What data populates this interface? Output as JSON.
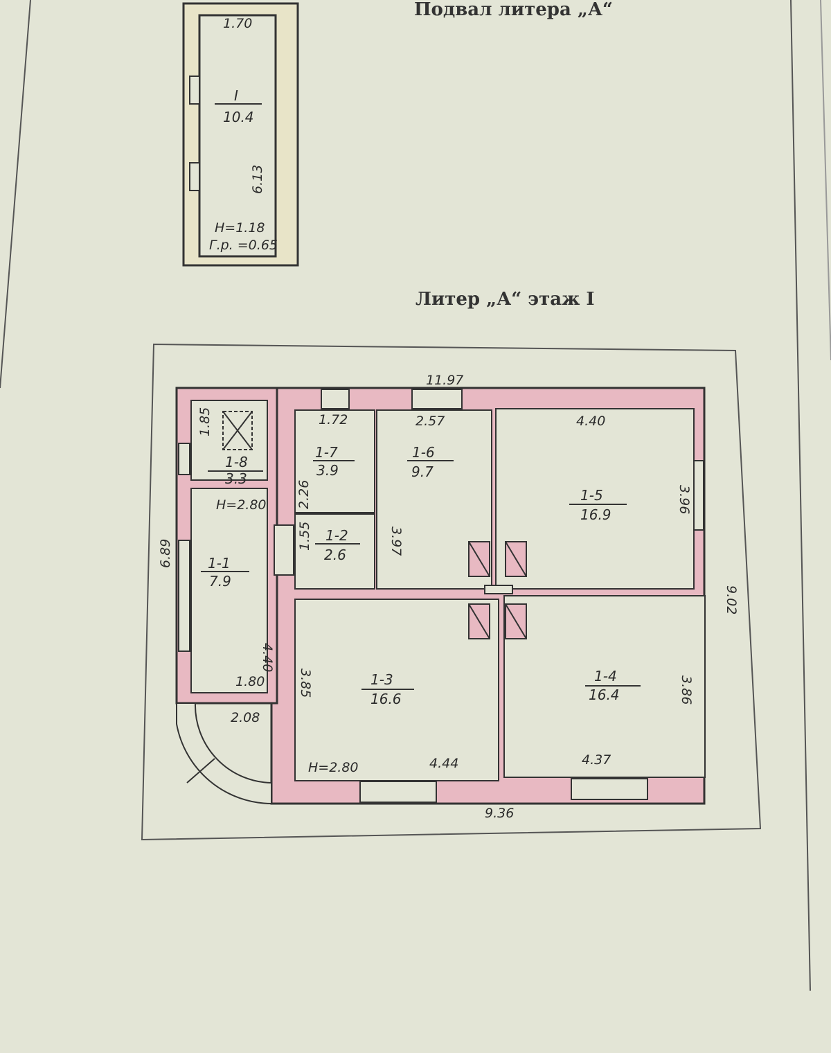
{
  "basement": {
    "title": "Подвал литера „А“",
    "room_number": "I",
    "room_area": "10.4",
    "width": "1.70",
    "length": "6.13",
    "height": "Н=1.18",
    "depth": "Г.р. =0.65"
  },
  "floor": {
    "title": "Литер „А“ этаж I",
    "overall_width_top": "11.97",
    "overall_width_bottom": "9.36",
    "overall_depth_right": "9.02",
    "overall_depth_left": "6.89",
    "height_front": "Н=2.80",
    "height_main": "Н=2.80",
    "rooms": [
      {
        "number": "1-1",
        "area": "7.9"
      },
      {
        "number": "1-2",
        "area": "2.6"
      },
      {
        "number": "1-3",
        "area": "16.6"
      },
      {
        "number": "1-4",
        "area": "16.4"
      },
      {
        "number": "1-5",
        "area": "16.9"
      },
      {
        "number": "1-6",
        "area": "9.7"
      },
      {
        "number": "1-7",
        "area": "3.9"
      },
      {
        "number": "1-8",
        "area": "3.3"
      }
    ],
    "dims": {
      "d185": "1.85",
      "d172": "1.72",
      "d257": "2.57",
      "d440top": "4.40",
      "d226": "2.26",
      "d397": "3.97",
      "d155": "1.55",
      "d396": "3.96",
      "d440left": "4.40",
      "d180": "1.80",
      "d208": "2.08",
      "d385": "3.85",
      "d386": "3.86",
      "d444": "4.44",
      "d437": "4.37"
    }
  },
  "colors": {
    "paper": "#e3e5d6",
    "ink": "#2b2b2b",
    "wall_fill": "#e8b9c2"
  }
}
